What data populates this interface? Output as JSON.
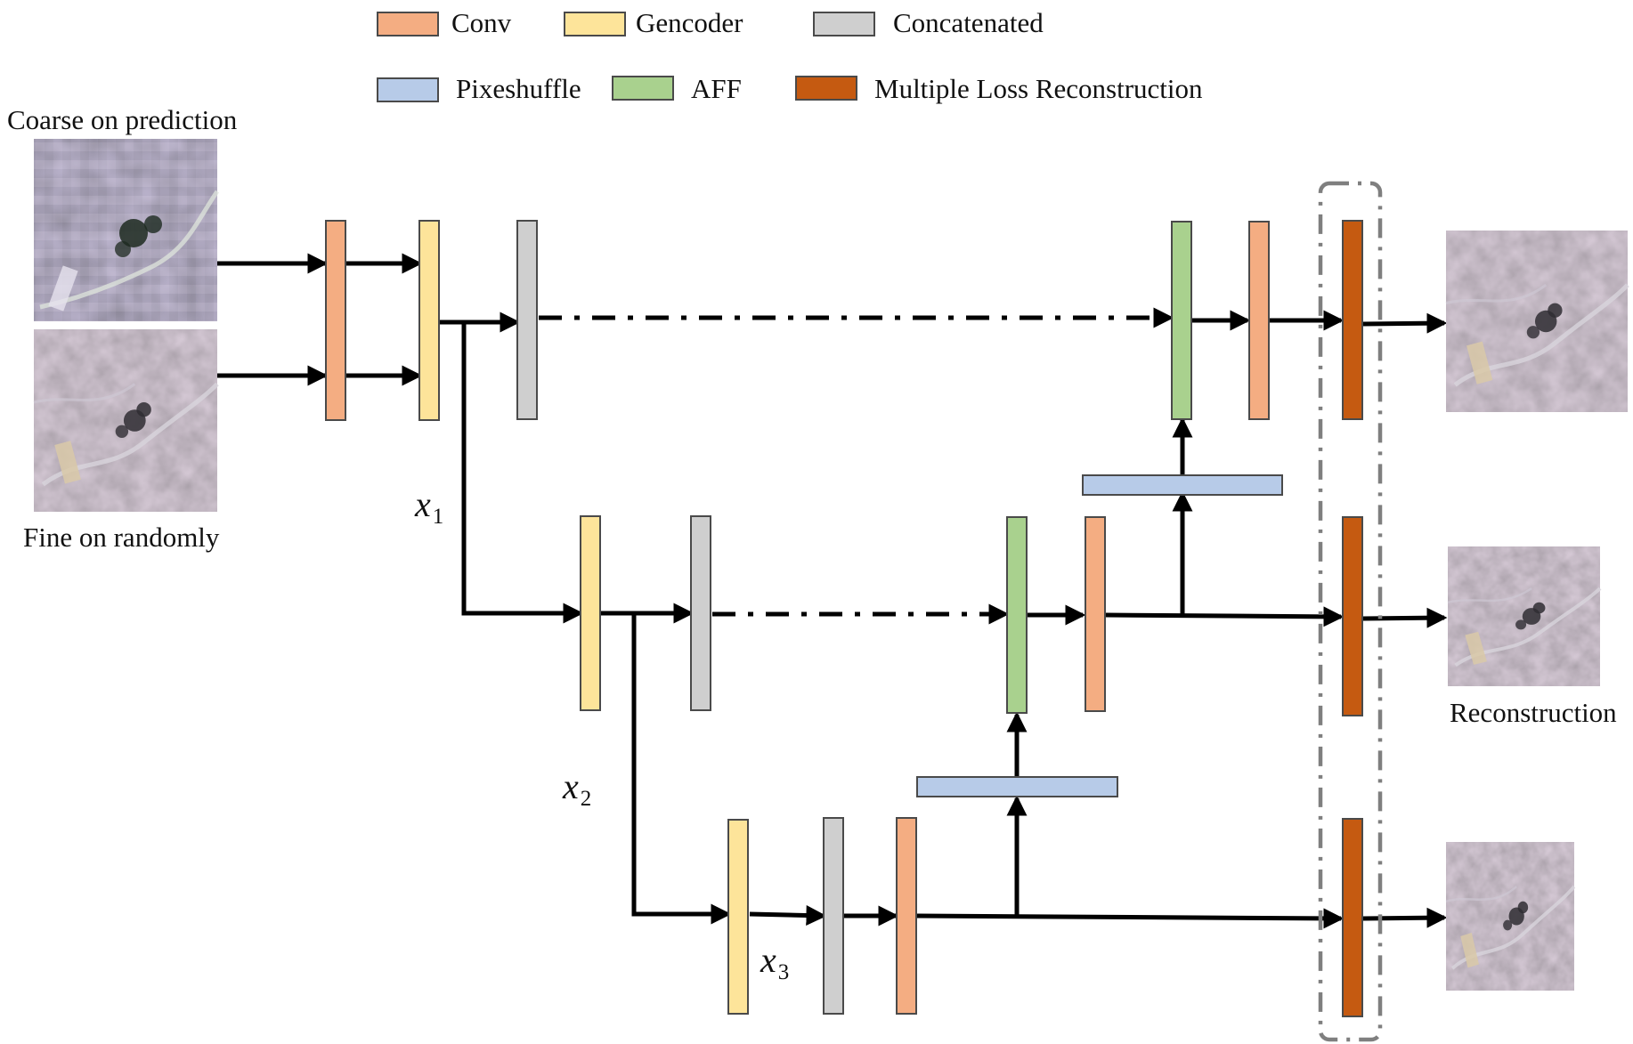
{
  "colors": {
    "conv": "#f4ad82",
    "gencoder": "#fde49a",
    "concatenated": "#cfcfcf",
    "pixeshuffle": "#b7cbe8",
    "aff": "#a9d18e",
    "multiple_loss": "#c55a11",
    "group_box": "#7f7f7f"
  },
  "legend": {
    "conv": "Conv",
    "gencoder": "Gencoder",
    "concatenated": "Concatenated",
    "pixeshuffle": "Pixeshuffle",
    "aff": "AFF",
    "multiple_loss": "Multiple Loss Reconstruction"
  },
  "captions": {
    "coarse_input": "Coarse on prediction",
    "fine_input": "Fine on randomly",
    "reconstruction": "Reconstruction"
  },
  "variables": {
    "x1": {
      "base": "x",
      "sub": "1"
    },
    "x2": {
      "base": "x",
      "sub": "2"
    },
    "x3": {
      "base": "x",
      "sub": "3"
    }
  }
}
